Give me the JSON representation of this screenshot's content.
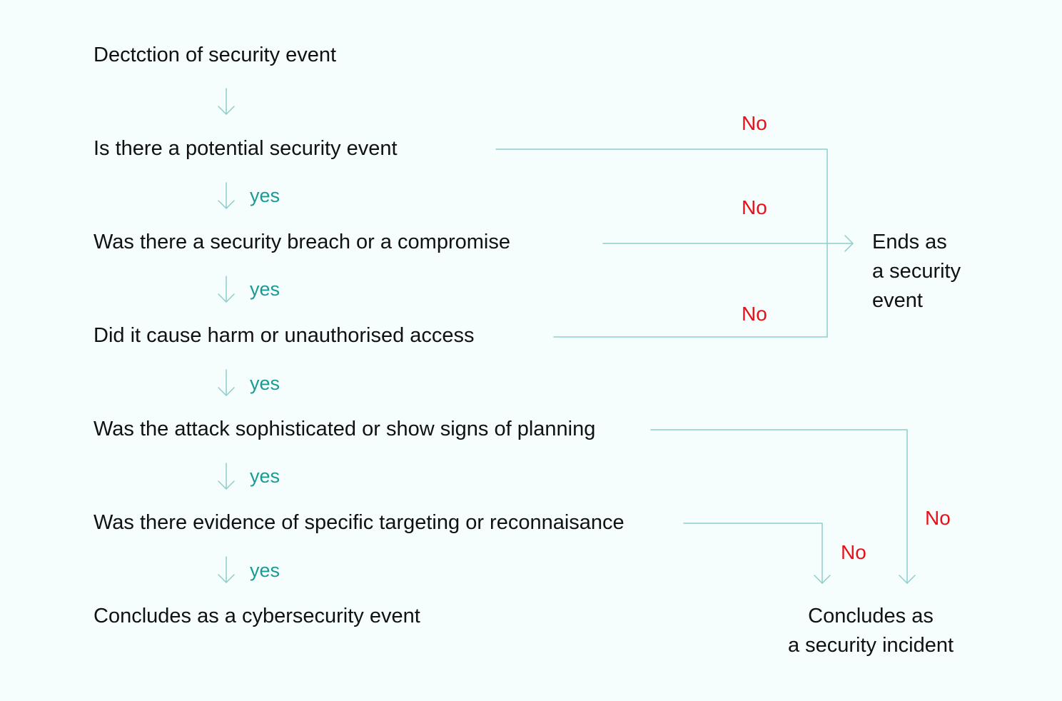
{
  "colors": {
    "background": "#f5fdfd",
    "text": "#111111",
    "yes": "#1a9a94",
    "no": "#e8101a",
    "connector": "#8ccfcc"
  },
  "steps": [
    "Dectction of security event",
    "Is there a potential security event",
    "Was there a security breach or a compromise",
    "Did it cause harm or unauthorised access",
    "Was the attack sophisticated or show signs of planning",
    "Was there evidence of specific targeting or reconnaisance",
    "Concludes as a cybersecurity event"
  ],
  "yes_label": "yes",
  "no_label": "No",
  "outcomes": {
    "security_event": [
      "Ends as",
      "a security",
      "event"
    ],
    "security_incident": [
      "Concludes as",
      "a security incident"
    ]
  }
}
